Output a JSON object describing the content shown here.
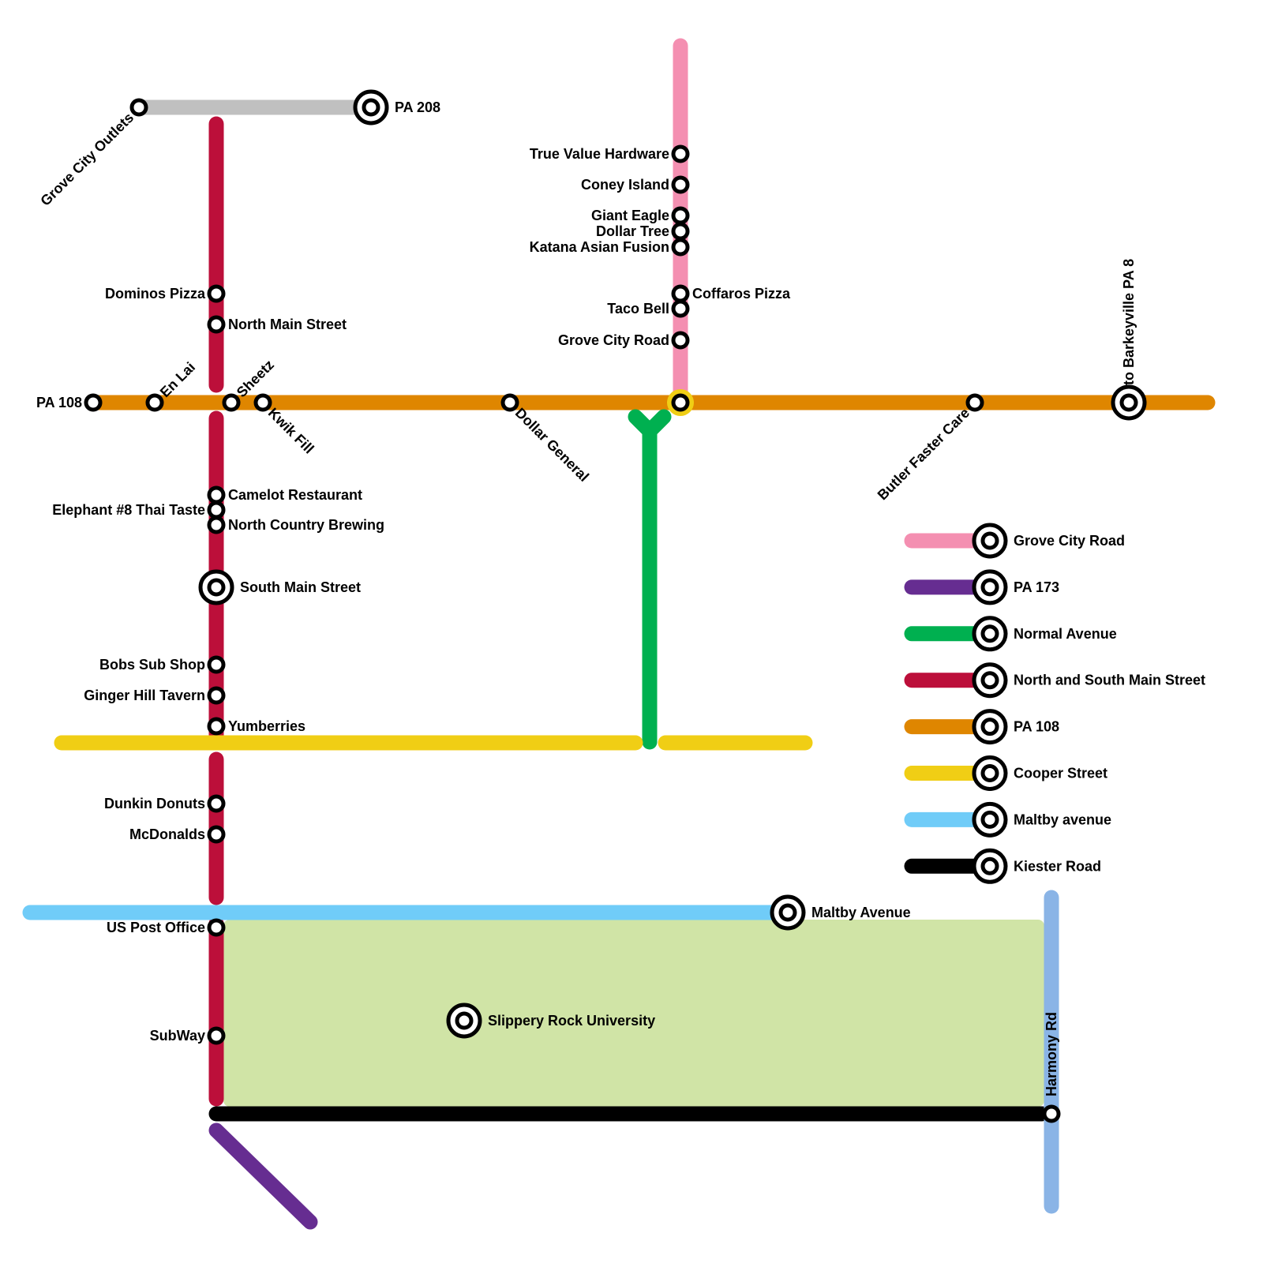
{
  "lines": {
    "grey": {
      "color": "#c0c0c0"
    },
    "red": {
      "color": "#bc0f3a"
    },
    "orange": {
      "color": "#df8600"
    },
    "pink": {
      "color": "#f48fb1"
    },
    "green": {
      "color": "#00b050"
    },
    "yellow": {
      "color": "#f0ce15"
    },
    "lightblue": {
      "color": "#70ccf8"
    },
    "black": {
      "color": "#000000"
    },
    "harmony": {
      "color": "#8ab4e6"
    },
    "purple": {
      "color": "#662d91"
    },
    "campus": {
      "color": "#d0e4a6"
    }
  },
  "stations": [
    "Grove City Outlets",
    "PA 208",
    "Dominos Pizza",
    "North Main Street",
    "Camelot Restaurant",
    "Elephant #8 Thai Taste",
    "North Country Brewing",
    "South Main Street",
    "Bobs Sub Shop",
    "Ginger Hill Tavern",
    "Yumberries",
    "Dunkin Donuts",
    "McDonalds",
    "US Post Office",
    "SubWay",
    "PA 108",
    "En Lai",
    "Sheetz",
    "Kwik Fill",
    "Dollar General",
    "Butler Faster Care",
    "to Barkeyville PA 8",
    "True Value Hardware",
    "Coney Island",
    "Giant Eagle",
    "Dollar Tree",
    "Katana Asian Fusion",
    "Coffaros Pizza",
    "Taco Bell",
    "Grove City Road",
    "Maltby Avenue",
    "Slippery Rock University",
    "Harmony Rd"
  ],
  "legend": [
    {
      "label": "Grove City Road",
      "color": "#f48fb1"
    },
    {
      "label": "PA 173",
      "color": "#662d91"
    },
    {
      "label": "Normal Avenue",
      "color": "#00b050"
    },
    {
      "label": "North and South Main Street",
      "color": "#bc0f3a"
    },
    {
      "label": "PA 108",
      "color": "#df8600"
    },
    {
      "label": "Cooper Street",
      "color": "#f0ce15"
    },
    {
      "label": "Maltby avenue",
      "color": "#70ccf8"
    },
    {
      "label": "Kiester Road",
      "color": "#000000"
    }
  ]
}
